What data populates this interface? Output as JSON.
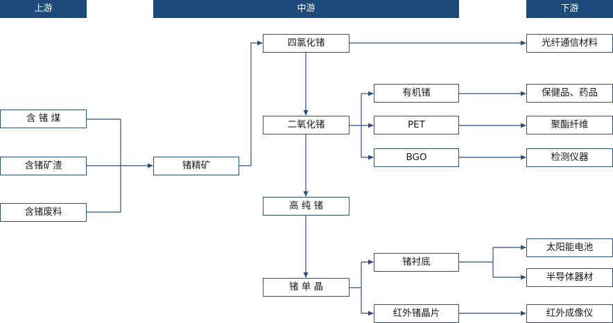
{
  "headers": {
    "upstream": "上游",
    "midstream": "中游",
    "downstream": "下游"
  },
  "upstream": {
    "ge_coal": "含 锗 煤",
    "ge_ore_residue": "含锗矿渣",
    "ge_waste": "含锗废料"
  },
  "concentrate": "锗精矿",
  "midstream": {
    "gecl4": "四氯化锗",
    "geo2": "二氧化锗",
    "high_purity_ge": "高 纯 锗",
    "single_crystal_ge": "锗 单 晶",
    "organic_ge": "有机锗",
    "pet": "PET",
    "bgo": "BGO",
    "ge_substrate": "锗衬底",
    "ir_ge_wafer": "红外锗晶片"
  },
  "downstream": {
    "optical_fiber": "光纤通信材料",
    "health_medicine": "保健品、药品",
    "polyester_fiber": "聚酯纤维",
    "detection_instrument": "检测仪器",
    "solar_cell": "太阳能电池",
    "semiconductor": "半导体器材",
    "ir_imager": "红外成像仪"
  },
  "colors": {
    "header_bg": "#1c4a79",
    "line": "#2a4f7c"
  }
}
